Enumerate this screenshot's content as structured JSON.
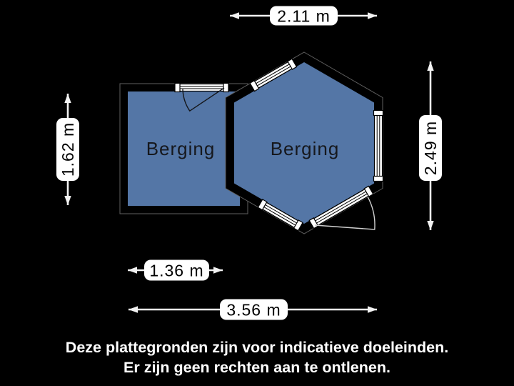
{
  "rooms": [
    {
      "label": "Berging"
    },
    {
      "label": "Berging"
    }
  ],
  "dimensions": {
    "hex_width": "2.11 m",
    "rect_height": "1.62 m",
    "hex_height": "2.49 m",
    "rect_width": "1.36 m",
    "total_width": "3.56 m"
  },
  "disclaimer": {
    "line1": "Deze plattegronden zijn voor indicatieve doeleinden.",
    "line2": "Er zijn geen rechten aan te ontlenen."
  },
  "colors": {
    "background": "#000000",
    "wall": "#000000",
    "wall_halo": "#5f5f5f",
    "room_fill": "#5476a6",
    "window_fill": "#ffffff",
    "dim_color": "#f2f2f2",
    "dim_label_bg": "#ffffff",
    "dim_label_text": "#000000",
    "room_label_text": "#16181d",
    "disclaimer_text": "#ffffff"
  }
}
